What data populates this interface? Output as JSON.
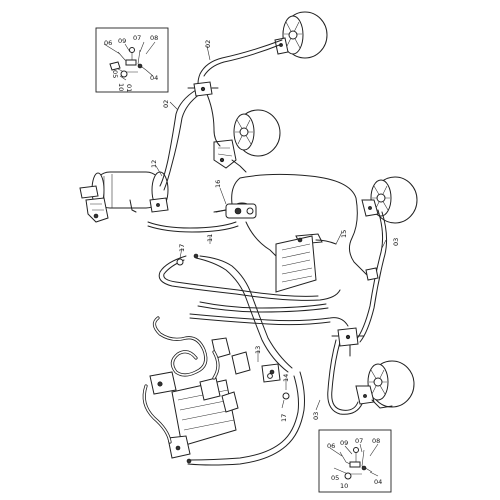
{
  "labels": {
    "l02a": "02",
    "l02b": "02",
    "l12": "12",
    "l16": "16",
    "l11": "11",
    "l17a": "17",
    "l15": "15",
    "l03a": "03",
    "l13": "13",
    "l14": "14",
    "l17b": "17",
    "l03b": "03"
  },
  "inset_top": {
    "c06": "06",
    "c09": "09",
    "c07": "07",
    "c08": "08",
    "c05": "05",
    "c10": "10",
    "c01": "01",
    "c04": "04"
  },
  "inset_bottom": {
    "c06": "06",
    "c09": "09",
    "c07": "07",
    "c08": "08",
    "c05": "05",
    "c10": "10",
    "c04": "04"
  }
}
